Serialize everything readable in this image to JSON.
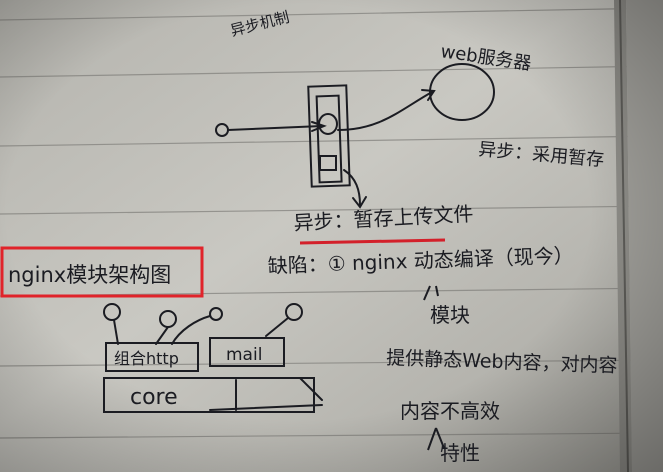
{
  "photo": {
    "labels": {
      "async_mechanism": "异步机制",
      "web_server": "web服务器",
      "async_tmp": "异步：采用暂存",
      "async_upload": "异步：暂存上传文件",
      "drawback": "缺陷：① nginx 动态编译（现今）",
      "module": "模块",
      "architecture": "nginx模块架构图",
      "box_http": "组合http",
      "box_mail": "mail",
      "box_core": "core",
      "static_content": "提供静态Web内容，对内容",
      "efficiency": "内容不高效",
      "feature": "特性"
    },
    "highlight_color": "#e0232a",
    "underline_color": "#d3202a",
    "ink_color": "#1b1c22"
  }
}
